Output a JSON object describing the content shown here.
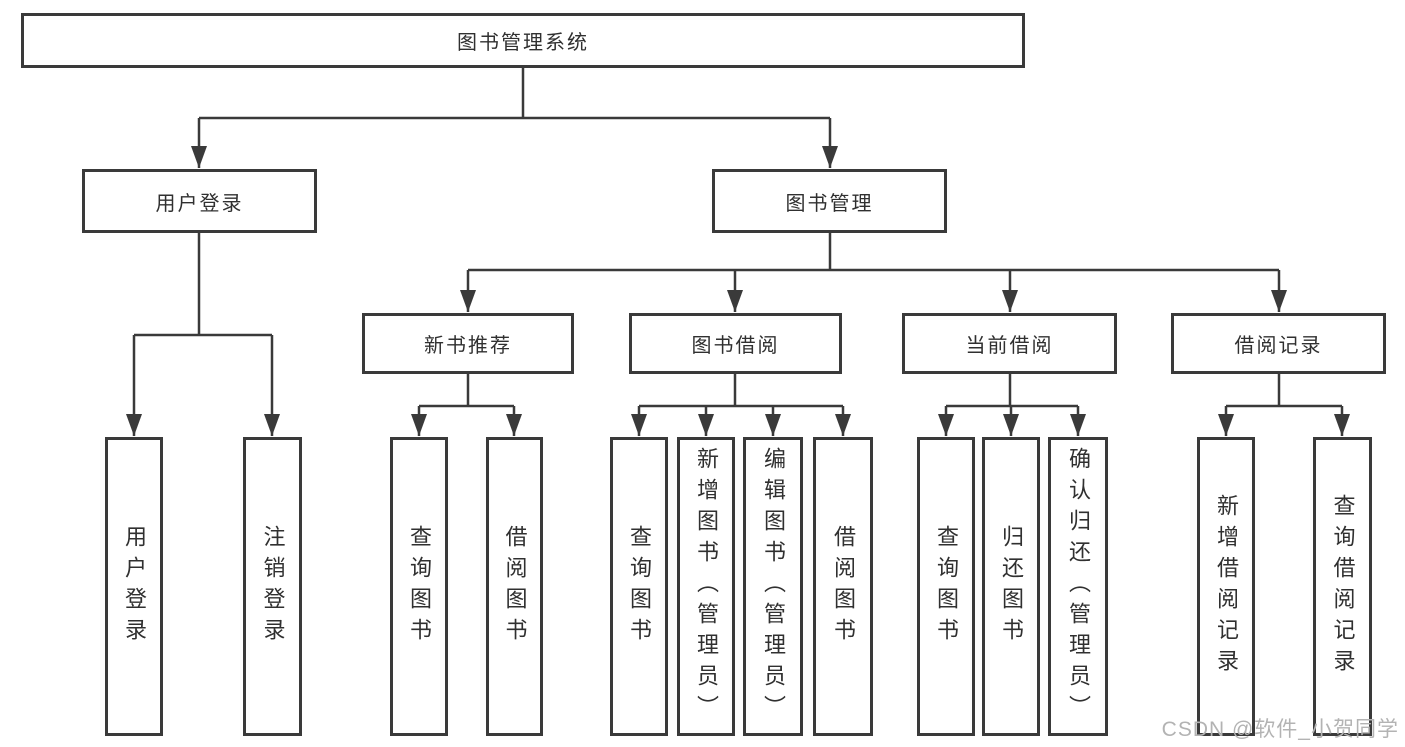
{
  "tree": {
    "label": "图书管理系统",
    "children": [
      {
        "label": "用户登录",
        "children": [
          {
            "label": "用户登录"
          },
          {
            "label": "注销登录"
          }
        ]
      },
      {
        "label": "图书管理",
        "children": [
          {
            "label": "新书推荐",
            "children": [
              {
                "label": "查询图书"
              },
              {
                "label": "借阅图书"
              }
            ]
          },
          {
            "label": "图书借阅",
            "children": [
              {
                "label": "查询图书"
              },
              {
                "label": "新增图书（管理员）"
              },
              {
                "label": "编辑图书（管理员）"
              },
              {
                "label": "借阅图书"
              }
            ]
          },
          {
            "label": "当前借阅",
            "children": [
              {
                "label": "查询图书"
              },
              {
                "label": "归还图书"
              },
              {
                "label": "确认归还（管理员）"
              }
            ]
          },
          {
            "label": "借阅记录",
            "children": [
              {
                "label": "新增借阅记录"
              },
              {
                "label": "查询借阅记录"
              }
            ]
          }
        ]
      }
    ]
  },
  "watermark": {
    "text": "CSDN @软件_小贺同学"
  },
  "colors": {
    "line": "#3a3a3a",
    "text": "#303030",
    "box_background": "#ffffff",
    "watermark": "#b3b3b3"
  }
}
